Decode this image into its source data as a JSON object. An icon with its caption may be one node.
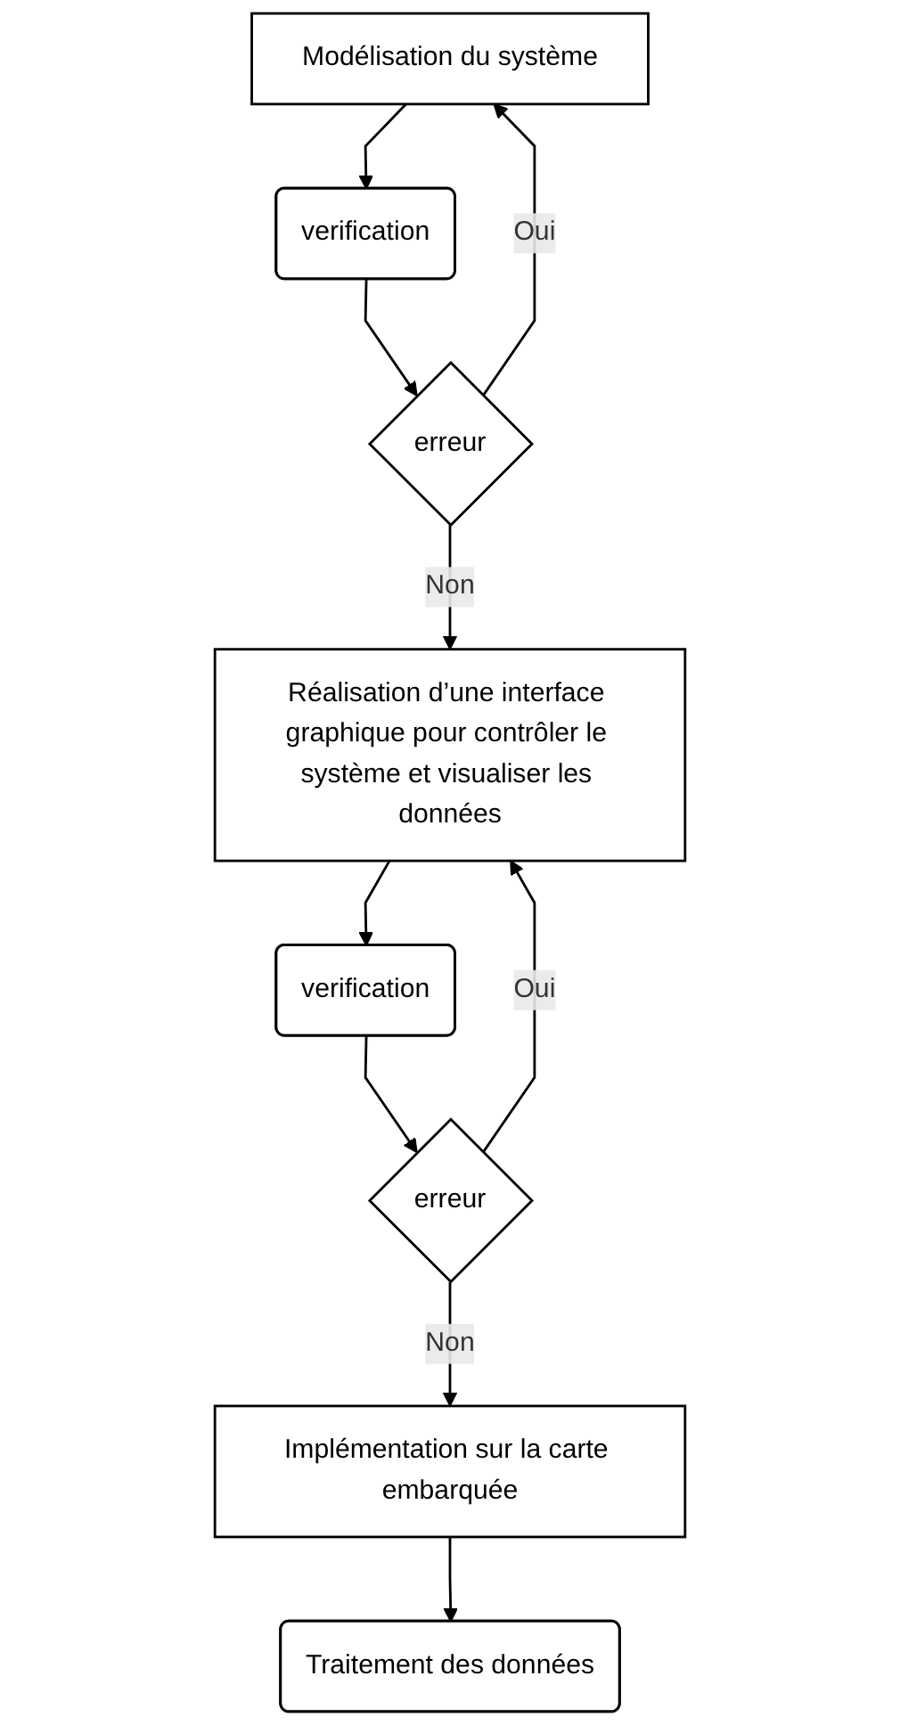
{
  "diagram": {
    "nodes": [
      {
        "text": [
          "Modélisation du système"
        ]
      },
      {
        "text": [
          "verification"
        ]
      },
      {
        "text": [
          "erreur"
        ]
      },
      {
        "text": [
          "Réalisation d’une interface graphique pour contrôler le système et visualiser les données"
        ]
      },
      {
        "text": [
          "verification"
        ]
      },
      {
        "text": [
          "erreur"
        ]
      },
      {
        "text": [
          "Implémentation sur la carte embarquée"
        ]
      },
      {
        "text": [
          "Traitement des données"
        ]
      }
    ],
    "edges": [
      {
        "from": 0,
        "to": 1,
        "arrow": "to"
      },
      {
        "from": 1,
        "to": 2,
        "arrow": "to"
      },
      {
        "from": 2,
        "to": 3,
        "arrow": "to",
        "label": "Non"
      },
      {
        "from": 2,
        "to": 0,
        "arrow": "to",
        "label": "Oui"
      },
      {
        "from": 3,
        "to": 4,
        "arrow": "to"
      },
      {
        "from": 4,
        "to": 5,
        "arrow": "to"
      },
      {
        "from": 5,
        "to": 3,
        "arrow": "to",
        "label": "Oui"
      },
      {
        "from": 5,
        "to": 6,
        "arrow": "to",
        "label": "Non"
      },
      {
        "from": 6,
        "to": 7,
        "arrow": "to"
      }
    ]
  }
}
